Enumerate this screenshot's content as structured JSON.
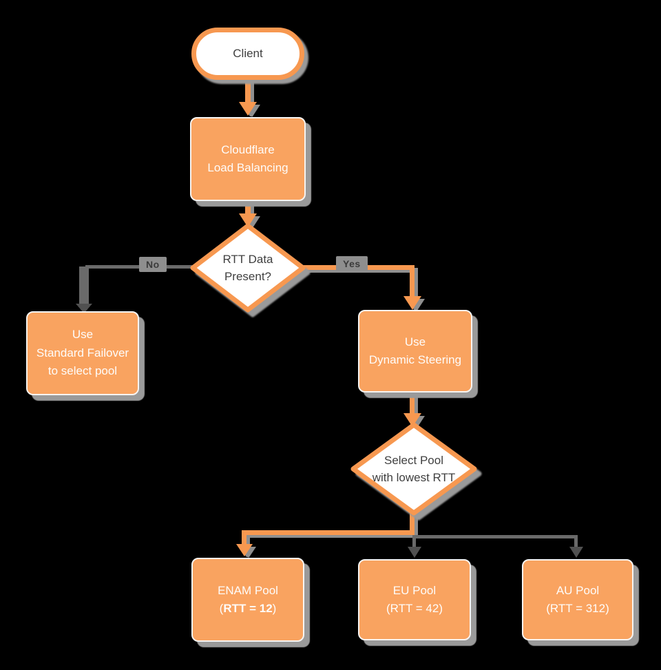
{
  "diagram": {
    "title": "Cloudflare Load Balancing dynamic steering flowchart",
    "background": "#000000",
    "colors": {
      "node_fill_orange": "#F9A360",
      "node_stroke_orange": "#F79850",
      "gray_connector": "#6A6A6A",
      "shadow": "#9A9A9A",
      "edge_label_bg": "#8E8E8E",
      "text_on_orange": "#FEFCFA",
      "text_on_white": "#3F3F3F"
    },
    "nodes": {
      "client": {
        "type": "terminator",
        "label": "Client"
      },
      "cloudflare": {
        "type": "process",
        "lines": [
          "Cloudflare",
          "Load Balancing"
        ]
      },
      "rtt_decision": {
        "type": "decision",
        "lines": [
          "RTT Data",
          "Present?"
        ]
      },
      "standard_failover": {
        "type": "process",
        "lines": [
          "Use",
          "Standard Failover",
          "to select pool"
        ]
      },
      "dynamic_steering": {
        "type": "process",
        "lines": [
          "Use",
          "Dynamic Steering"
        ]
      },
      "select_pool": {
        "type": "decision",
        "lines": [
          "Select Pool",
          "with lowest RTT"
        ]
      },
      "enam_pool": {
        "type": "process",
        "line1": "ENAM Pool",
        "rtt_prefix": "(",
        "rtt_value": "RTT = 12",
        "rtt_suffix": ")"
      },
      "eu_pool": {
        "type": "process",
        "lines": [
          "EU Pool",
          "(RTT = 42)"
        ]
      },
      "au_pool": {
        "type": "process",
        "lines": [
          "AU Pool",
          "(RTT = 312)"
        ]
      }
    },
    "edges": {
      "no_label": "No",
      "yes_label": "Yes"
    }
  }
}
